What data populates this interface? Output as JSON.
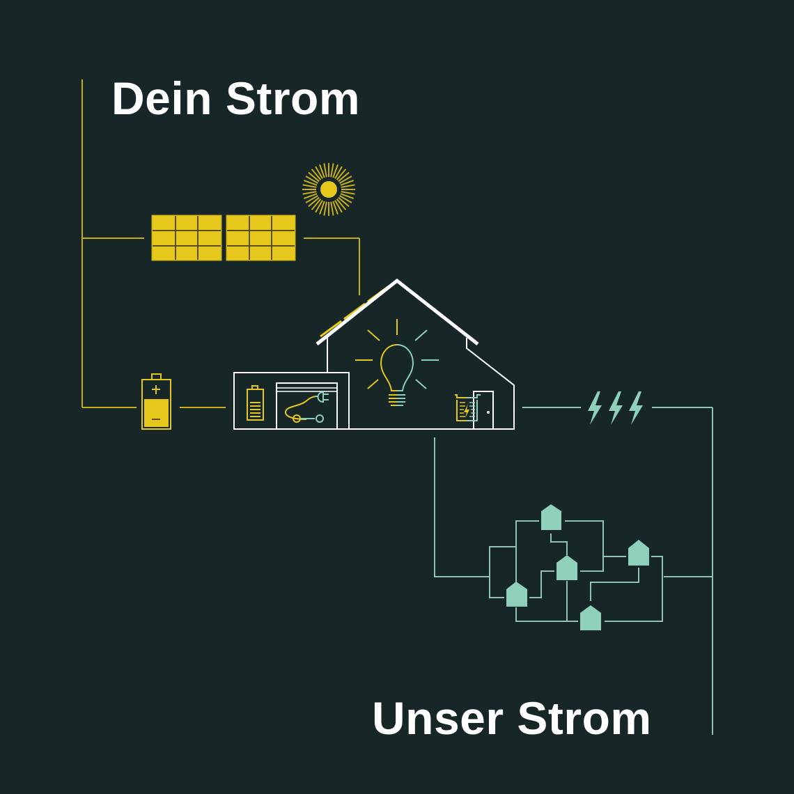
{
  "headings": {
    "top": "Dein Strom",
    "bottom": "Unser Strom"
  },
  "colors": {
    "background": "#172728",
    "yellow": "#e6c81c",
    "mint": "#8fd0bb",
    "white": "#ffffff"
  },
  "nodes": {
    "sun": "sun-icon",
    "solar_panels": [
      "solar-panel-icon",
      "solar-panel-icon"
    ],
    "battery": "battery-icon",
    "house": "house-icon",
    "home_battery": "home-battery-icon",
    "ev_charger": "electric-car-charging-icon",
    "light_bulb": "light-bulb-icon",
    "power_meter": "power-meter-icon",
    "grid_flow": "lightning-bolts-icon",
    "community_houses": [
      "house-node",
      "house-node",
      "house-node",
      "house-node",
      "house-node"
    ]
  }
}
